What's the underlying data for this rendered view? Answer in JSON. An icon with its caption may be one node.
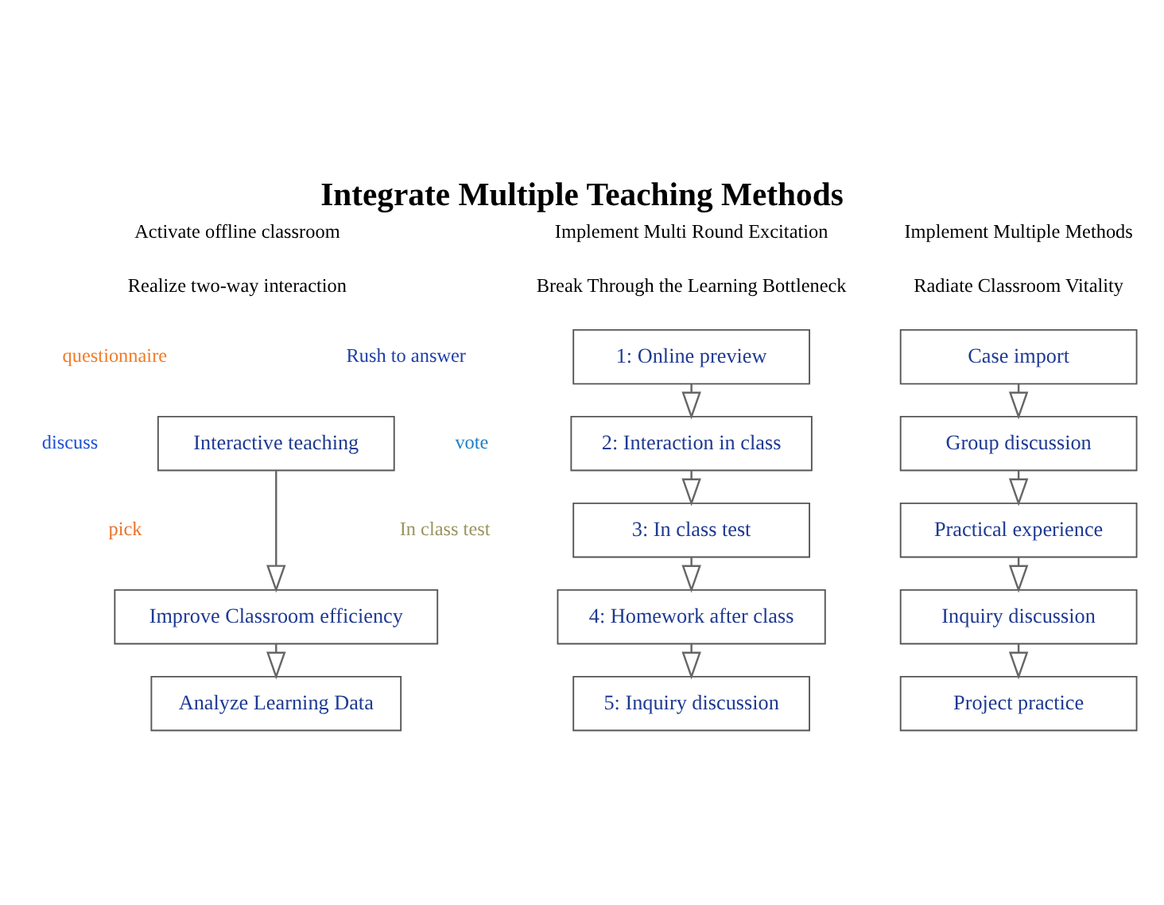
{
  "diagram": {
    "title": "Integrate Multiple Teaching Methods",
    "nodes": [
      {
        "text": [
          "Interactive teaching"
        ]
      },
      {
        "text": [
          "Improve Classroom efficiency"
        ]
      },
      {
        "text": [
          "Analyze Learning Data"
        ]
      },
      {
        "text": [
          "1: Online preview"
        ]
      },
      {
        "text": [
          "2: Interaction in class"
        ]
      },
      {
        "text": [
          "3: In class test"
        ]
      },
      {
        "text": [
          "4: Homework after class"
        ]
      },
      {
        "text": [
          "5: Inquiry discussion"
        ]
      },
      {
        "text": [
          "Case import"
        ]
      },
      {
        "text": [
          "Group discussion"
        ]
      },
      {
        "text": [
          "Practical experience"
        ]
      },
      {
        "text": [
          "Inquiry discussion"
        ]
      },
      {
        "text": [
          "Project practice"
        ]
      }
    ],
    "edges": [
      {
        "from": 0,
        "to": 1,
        "arrow": "to"
      },
      {
        "from": 1,
        "to": 2,
        "arrow": "to"
      },
      {
        "from": 3,
        "to": 4,
        "arrow": "to"
      },
      {
        "from": 4,
        "to": 5,
        "arrow": "to"
      },
      {
        "from": 5,
        "to": 6,
        "arrow": "to"
      },
      {
        "from": 6,
        "to": 7,
        "arrow": "to"
      },
      {
        "from": 8,
        "to": 9,
        "arrow": "to"
      },
      {
        "from": 9,
        "to": 10,
        "arrow": "to"
      },
      {
        "from": 10,
        "to": 11,
        "arrow": "to"
      },
      {
        "from": 11,
        "to": 12,
        "arrow": "to"
      }
    ],
    "labels": [
      "Activate offline classroom",
      "Realize two-way interaction",
      "Implement Multi Round Excitation",
      "Break Through the Learning Bottleneck",
      "Implement Multiple Methods",
      "Radiate Classroom Vitality",
      "questionnaire",
      "Rush to answer",
      "discuss",
      "vote",
      "pick",
      "In class test"
    ]
  }
}
